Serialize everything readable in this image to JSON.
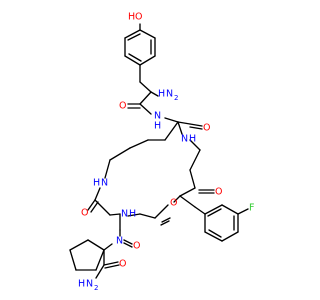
{
  "structure": {
    "colors": {
      "bond": "#000000",
      "oxygen": "#ff0000",
      "nitrogen": "#0000ff",
      "fluorine": "#33cc33"
    },
    "labels": {
      "hydroxyl_O": "O",
      "hydroxyl_H": "H",
      "amine_H": "H",
      "amine_N": "N",
      "amine_2": "2",
      "carbonyl_O_tyr": "O",
      "amide_N_top": "N",
      "amide_H_top": "H",
      "carbonyl_O_ring1": "O",
      "ring_N_right": "N",
      "ring_H_right": "H",
      "carbonyl_O_ring2": "O",
      "ring_N_left": "N",
      "ring_H_left": "H",
      "carbonyl_O_left": "O",
      "ring_N_bottom": "N",
      "ring_H_bottom": "H",
      "carbonyl_O_phe": "O",
      "fluorine": "F",
      "proline_N": "N",
      "carbonyl_O_pro": "O",
      "carbonyl_O_amide": "O",
      "amide_H_label": "H",
      "amide_N_label": "N",
      "amide_2": "2"
    }
  }
}
